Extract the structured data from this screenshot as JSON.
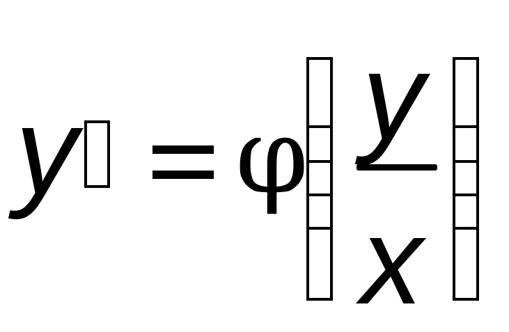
{
  "formula": {
    "lhs_variable": "y",
    "phi_symbol": "φ",
    "numerator": "y",
    "denominator": "x"
  }
}
